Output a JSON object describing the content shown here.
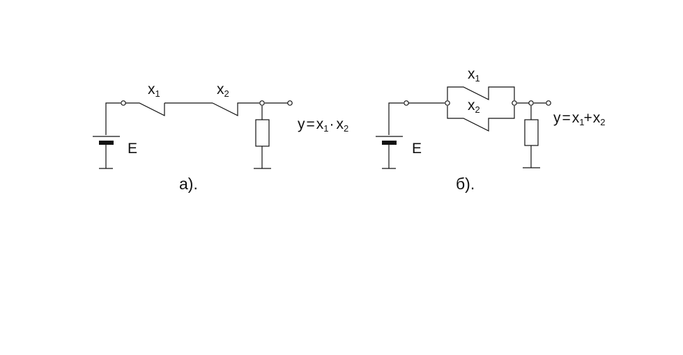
{
  "colors": {
    "line": "#111111",
    "background": "#ffffff"
  },
  "circuit_a": {
    "x1_label": "x",
    "x1_sub": "1",
    "x2_label": "x",
    "x2_sub": "2",
    "battery_label": "E",
    "formula_y": "y",
    "formula_eq": "=",
    "formula_x1": "x",
    "formula_x1_sub": "1",
    "formula_op": "·",
    "formula_x2": "x",
    "formula_x2_sub": "2",
    "caption": "а)."
  },
  "circuit_b": {
    "x1_label": "x",
    "x1_sub": "1",
    "x2_label": "x",
    "x2_sub": "2",
    "battery_label": "E",
    "formula_y": "y",
    "formula_eq": "=",
    "formula_x1": "x",
    "formula_x1_sub": "1",
    "formula_op": "+",
    "formula_x2": "x",
    "formula_x2_sub": "2",
    "caption": "б)."
  }
}
